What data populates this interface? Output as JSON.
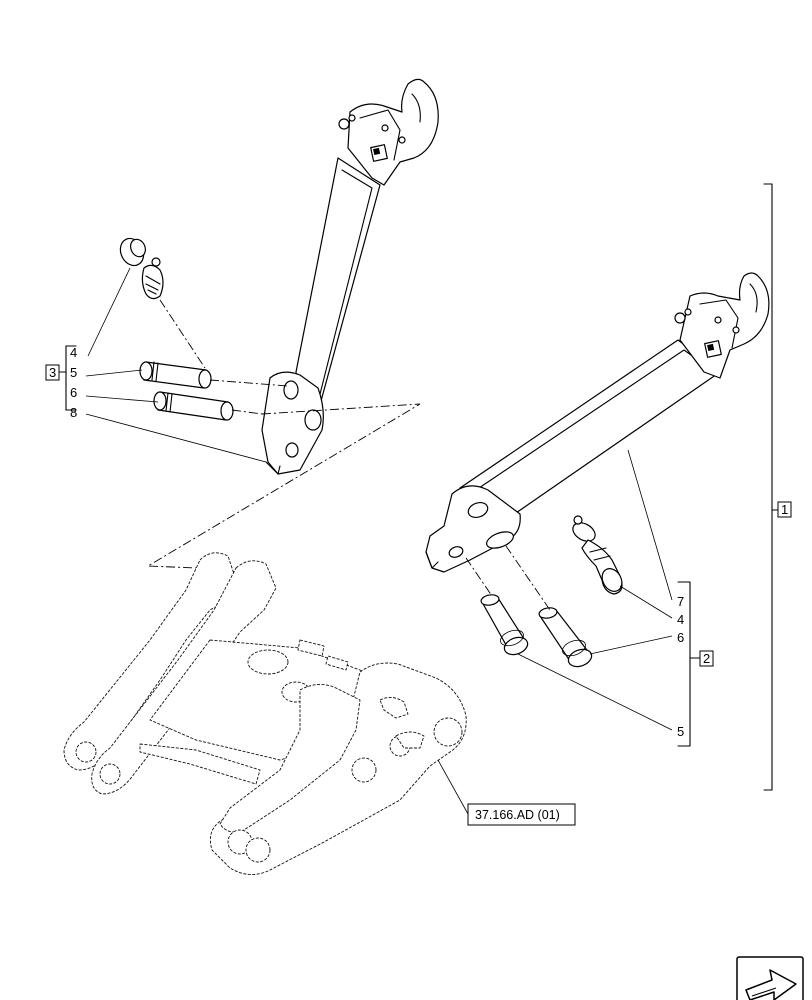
{
  "callouts": {
    "c1": "1",
    "c2": "2",
    "c3": "3",
    "left_group": [
      "4",
      "5",
      "6",
      "8"
    ],
    "right_group": [
      "7",
      "4",
      "6",
      "5"
    ]
  },
  "reference": "37.166.AD (01)",
  "icons": {
    "navigation": "next-page-arrow-icon",
    "pin": "pin-icon",
    "lynch_pin": "lynch-pin-icon",
    "lower_link": "lower-link-arm-icon",
    "frame": "linkage-frame-icon"
  }
}
